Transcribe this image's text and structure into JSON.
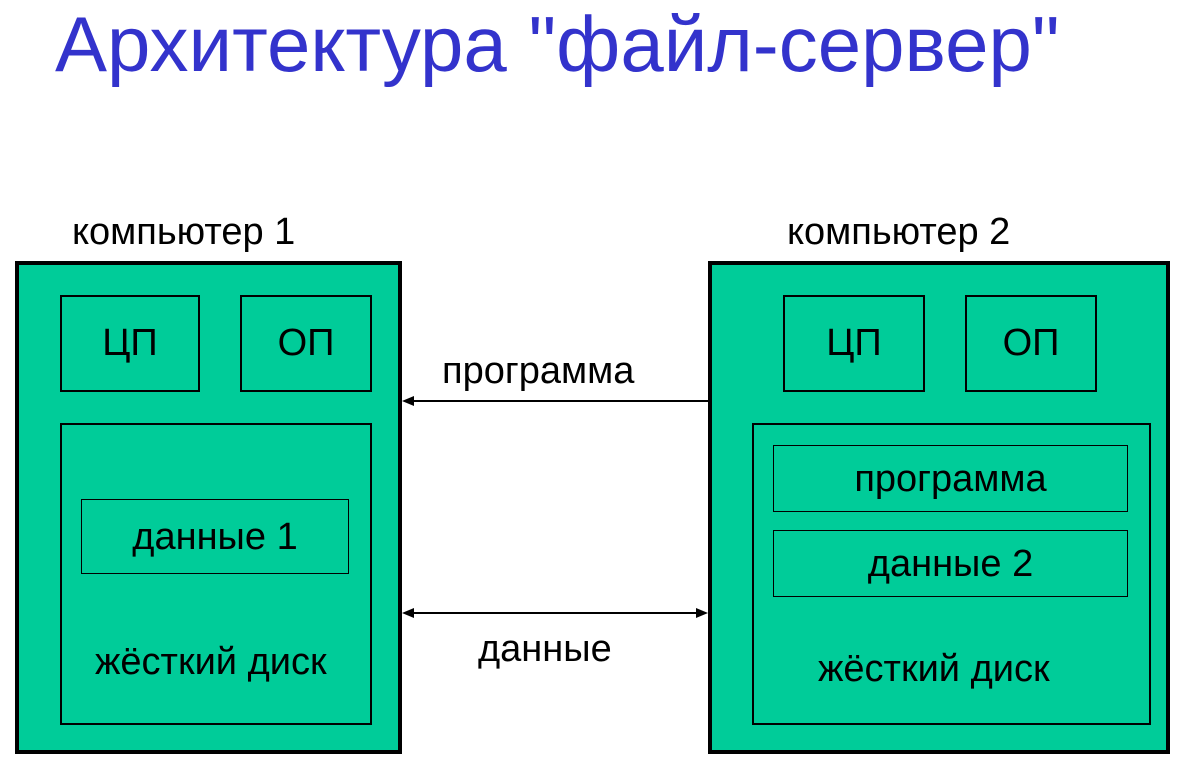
{
  "title": "Архитектура \"файл-сервер\"",
  "computer1": {
    "label": "компьютер 1",
    "cpu": "ЦП",
    "ram": "ОП",
    "data": "данные 1",
    "disk": "жёсткий диск"
  },
  "computer2": {
    "label": "компьютер 2",
    "cpu": "ЦП",
    "ram": "ОП",
    "program": "программа",
    "data": "данные 2",
    "disk": "жёсткий диск"
  },
  "arrows": {
    "program": "программа",
    "data": "данные"
  },
  "colors": {
    "title": "#3333cc",
    "box_fill": "#00cc99",
    "stroke": "#000000"
  }
}
